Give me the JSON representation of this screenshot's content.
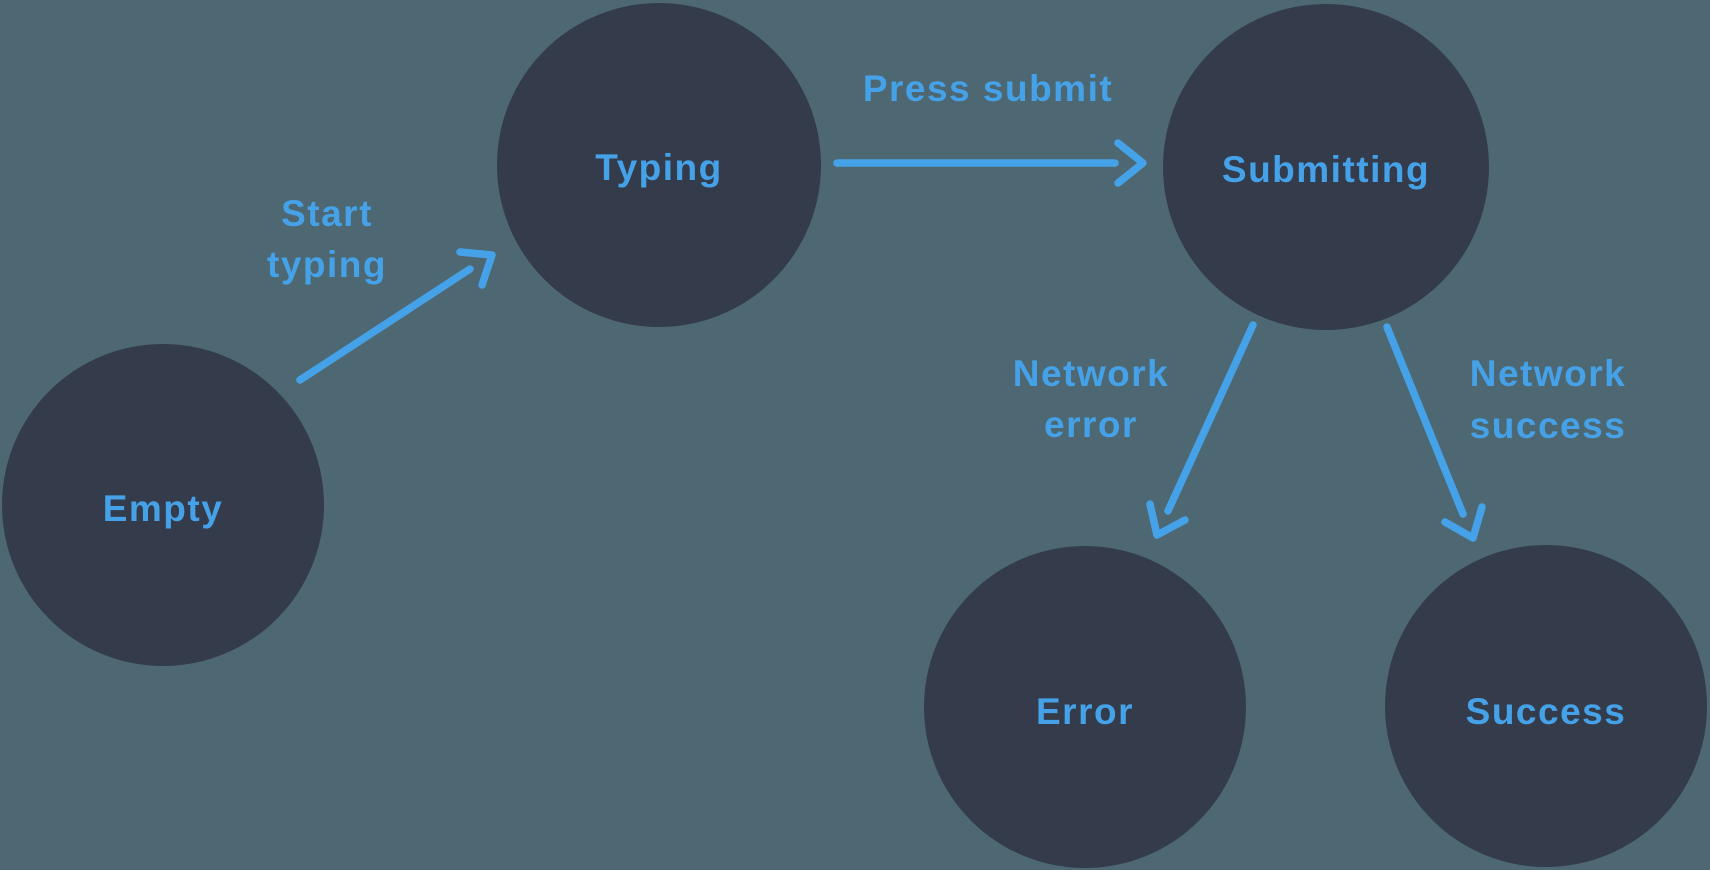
{
  "colors": {
    "background": "#4d6872",
    "node_fill": "#343b4a",
    "accent_blue": "#45a2e8"
  },
  "diagram": {
    "type": "state-machine-flow",
    "nodes": [
      {
        "id": "empty",
        "label": "Empty"
      },
      {
        "id": "typing",
        "label": "Typing"
      },
      {
        "id": "submitting",
        "label": "Submitting"
      },
      {
        "id": "error",
        "label": "Error"
      },
      {
        "id": "success",
        "label": "Success"
      }
    ],
    "edges": [
      {
        "from": "empty",
        "to": "typing",
        "label": "Start typing",
        "label_lines": [
          "Start",
          "typing"
        ]
      },
      {
        "from": "typing",
        "to": "submitting",
        "label": "Press submit",
        "label_lines": [
          "Press submit"
        ]
      },
      {
        "from": "submitting",
        "to": "error",
        "label": "Network error",
        "label_lines": [
          "Network",
          "error"
        ]
      },
      {
        "from": "submitting",
        "to": "success",
        "label": "Network success",
        "label_lines": [
          "Network",
          "success"
        ]
      }
    ]
  }
}
